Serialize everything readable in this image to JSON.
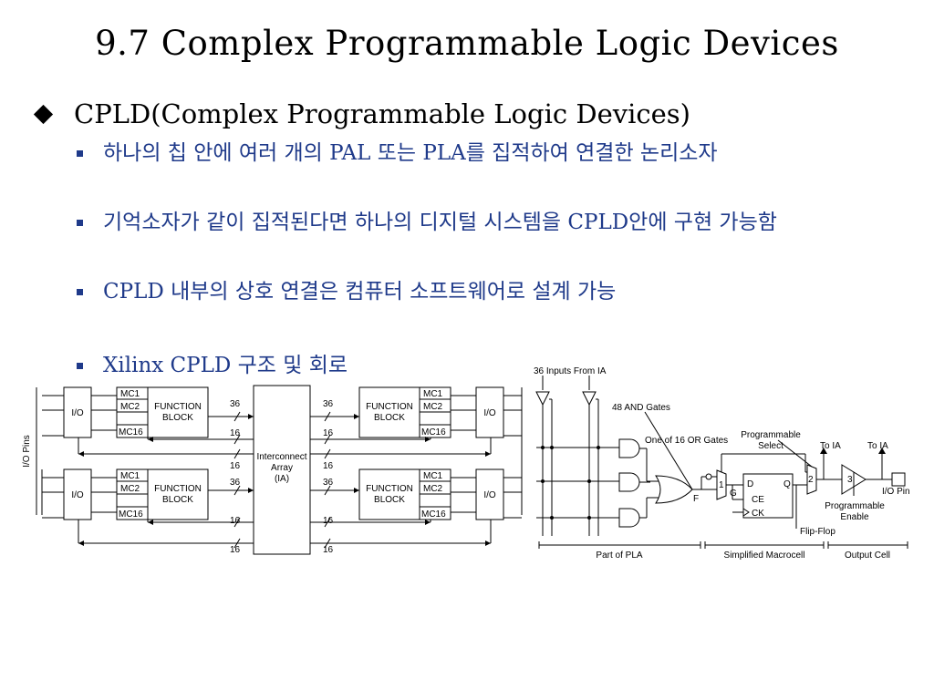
{
  "title": "9.7 Complex Programmable Logic Devices",
  "bullet1": "CPLD(Complex Programmable Logic Devices)",
  "subbullets": [
    "하나의 칩 안에 여러 개의 PAL 또는 PLA를 집적하여 연결한 논리소자",
    "기억소자가 같이 집적된다면 하나의 디지털 시스템을 CPLD안에 구현 가능함",
    "CPLD 내부의 상호 연결은 컴퓨터 소프트웨어로 설계 가능",
    "Xilinx CPLD 구조 및 회로"
  ],
  "left_diagram": {
    "io_pins": "I/O Pins",
    "io": "I/O",
    "function_block": [
      "FUNCTION",
      "BLOCK"
    ],
    "mc": [
      "MC1",
      "MC2",
      "MC16"
    ],
    "interconnect": [
      "Interconnect",
      "Array",
      "(IA)"
    ],
    "bus36": "36",
    "bus16": "16"
  },
  "right_diagram": {
    "inputs": "36 Inputs From IA",
    "and_gates": "48 AND Gates",
    "or_gates": "One of 16 OR Gates",
    "prog_select": [
      "Programmable",
      "Select"
    ],
    "to_ia": "To IA",
    "f": "F",
    "g": "G",
    "mux1": "1",
    "mux2": "2",
    "mux3": "3",
    "d": "D",
    "q": "Q",
    "ce": "CE",
    "ck": "CK",
    "flipflop": "Flip-Flop",
    "prog_enable": [
      "Programmable",
      "Enable"
    ],
    "io_pin": "I/O Pin",
    "part_pla": "Part of PLA",
    "macrocell": "Simplified Macrocell",
    "output_cell": "Output Cell"
  }
}
